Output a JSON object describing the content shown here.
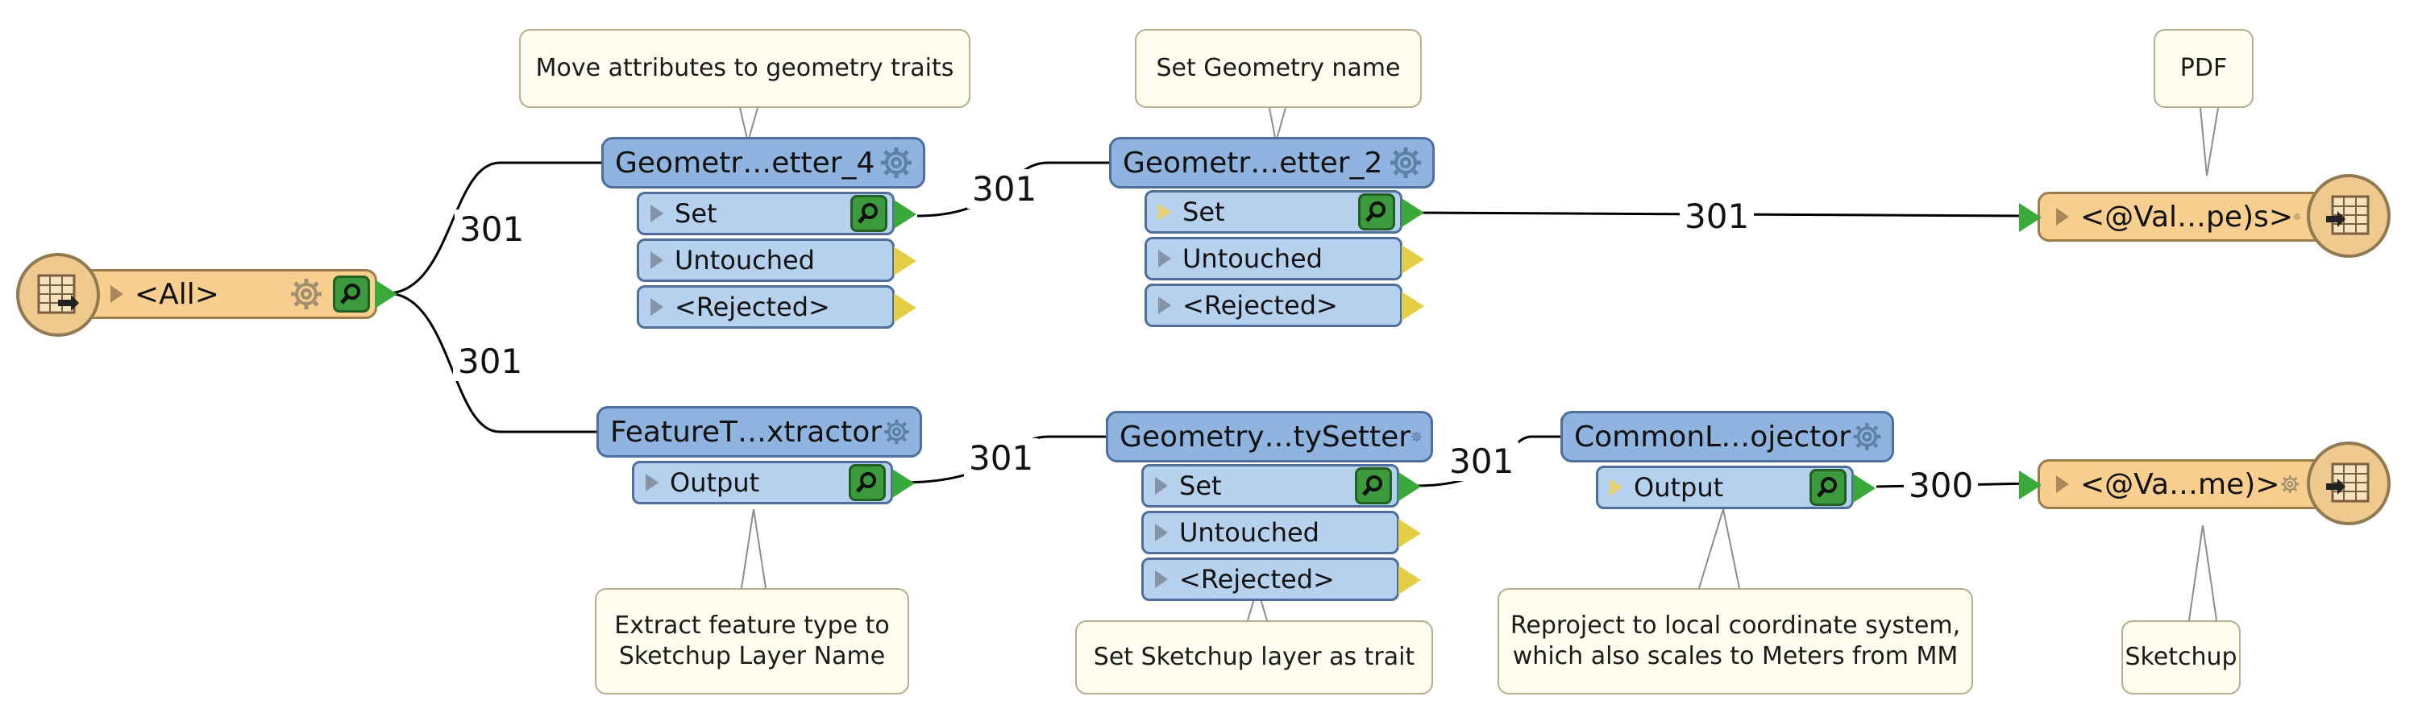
{
  "annotations": {
    "move_attrs": "Move attributes to geometry traits",
    "set_geom_name": "Set Geometry name",
    "pdf": "PDF",
    "extract_ft_line1": "Extract feature type to",
    "extract_ft_line2": "Sketchup Layer Name",
    "set_sketchup_layer": "Set Sketchup layer as trait",
    "reproject_line1": "Reproject to local coordinate system,",
    "reproject_line2": "which also scales to Meters from MM",
    "sketchup": "Sketchup"
  },
  "reader": {
    "label": "<All>"
  },
  "transformers": {
    "gps4": {
      "title": "Geometr…etter_4",
      "ports": [
        "Set",
        "Untouched",
        "<Rejected>"
      ]
    },
    "gps2": {
      "title": "Geometr…etter_2",
      "ports": [
        "Set",
        "Untouched",
        "<Rejected>"
      ]
    },
    "fte": {
      "title": "FeatureT…xtractor",
      "ports": [
        "Output"
      ]
    },
    "gpts": {
      "title": "Geometry…tySetter",
      "ports": [
        "Set",
        "Untouched",
        "<Rejected>"
      ]
    },
    "clp": {
      "title": "CommonL…ojector",
      "ports": [
        "Output"
      ]
    }
  },
  "writers": {
    "pdf": {
      "label": "<@Val…pe)s>"
    },
    "sketchup": {
      "label": "<@Va…me)>"
    }
  },
  "feature_counts": {
    "reader_to_gps4": "301",
    "reader_to_fte": "301",
    "gps4_to_gps2": "301",
    "gps2_to_pdf": "301",
    "fte_to_gpts": "301",
    "gpts_to_clp": "301",
    "clp_to_sketchup": "300"
  },
  "colors": {
    "transformer_fill": "#8fb4e0",
    "port_fill": "#b6d1ee",
    "reader_writer_fill": "#f8cf8f",
    "annotation_fill": "#fffdf0",
    "connection_arrow": "#3aa83a",
    "unconnected_port": "#e3ce45"
  }
}
